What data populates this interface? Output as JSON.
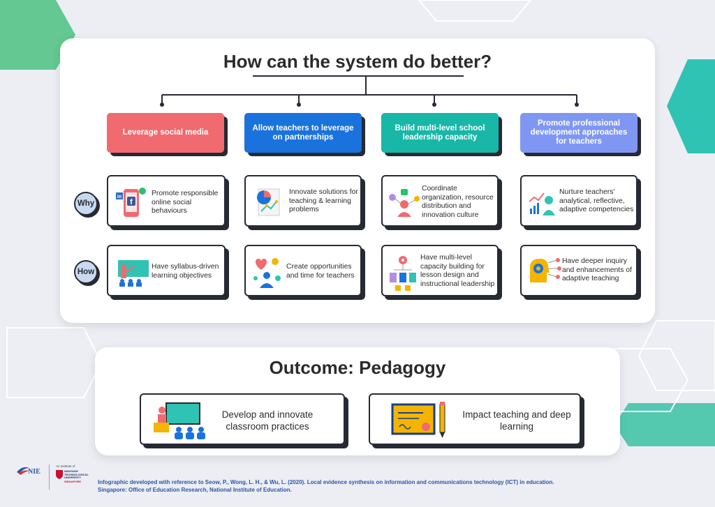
{
  "main_title": "How can the system do better?",
  "row_labels": {
    "why": "Why",
    "how": "How"
  },
  "columns": [
    {
      "header": "Leverage social media",
      "color": "#f06a70",
      "why": "Promote responsible online social behaviours",
      "how": "Have syllabus-driven learning objectives"
    },
    {
      "header": "Allow teachers to leverage on partnerships",
      "color": "#1a72dd",
      "why": "Innovate solutions for teaching & learning problems",
      "how": "Create opportunities and time for teachers"
    },
    {
      "header": "Build multi-level school leadership capacity",
      "color": "#18b7a7",
      "why": "Coordinate organization, resource distribution and innovation culture",
      "how": "Have multi-level capacity building for lesson design and instructional leadership"
    },
    {
      "header": "Promote professional development approaches for teachers",
      "color": "#7f97f2",
      "why": "Nurture teachers' analytical, reflective, adaptive competencies",
      "how": "Have deeper inquiry and enhancements of adaptive teaching"
    }
  ],
  "outcome": {
    "title": "Outcome: Pedagogy",
    "items": [
      {
        "text": "Develop and innovate classroom practices"
      },
      {
        "text": "Impact teaching and deep learning"
      }
    ]
  },
  "logos": {
    "nie": "NIE",
    "institute": "An Institute of",
    "ntu": "NANYANG TECHNOLOGICAL UNIVERSITY",
    "singapore": "SINGAPORE"
  },
  "footer": {
    "line1": "Infographic developed with reference to Seow, P., Wong, L. H., & Wu, L. (2020). Local evidence synthesis on information and communications technology (ICT) in education.",
    "line2": "Singapore: Office of Education Research, National Institute of Education."
  },
  "icons": {
    "social": "phone-social-icon",
    "innovate": "chart-document-icon",
    "coordinate": "leader-network-icon",
    "nurture": "growth-person-icon",
    "syllabus": "teacher-class-icon",
    "opportunities": "ideas-person-icon",
    "capacity": "multi-level-icon",
    "inquiry": "gear-head-icon",
    "classroom": "classroom-icon",
    "certificate": "certificate-pencil-icon"
  }
}
